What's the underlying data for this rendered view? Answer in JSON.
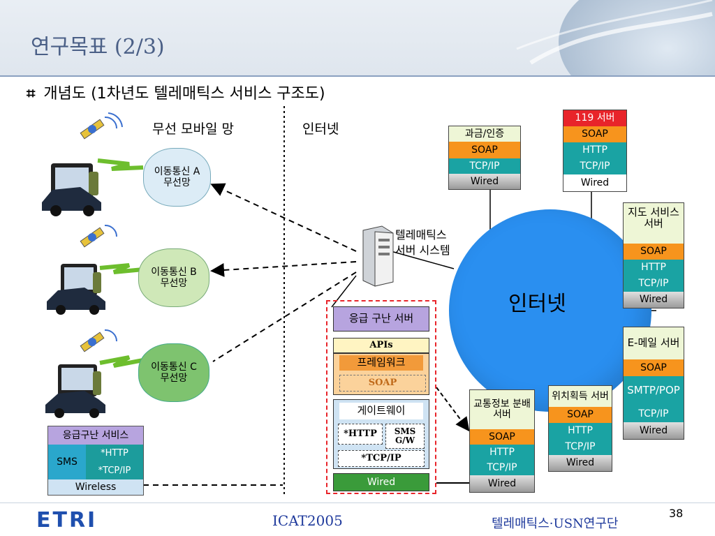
{
  "slide": {
    "title": "연구목표 (2/3)",
    "bullet_symbol": "⌗",
    "bullet_text": "개념도 (1차년도 텔레매틱스 서비스 구조도)",
    "page_number": "38"
  },
  "sections": {
    "wireless": "무선 모바일 망",
    "internet": "인터넷"
  },
  "clouds": [
    {
      "line1": "이동통신 A",
      "line2": "무선망"
    },
    {
      "line1": "이동통신 B",
      "line2": "무선망"
    },
    {
      "line1": "이동통신 C",
      "line2": "무선망"
    }
  ],
  "emergency_stack": {
    "title": "응급구난 서비스",
    "sms": "SMS",
    "http": "*HTTP",
    "tcpip": "*TCP/IP",
    "wireless": "Wireless"
  },
  "telematics_server": {
    "line1": "텔레매틱스",
    "line2": "서버 시스템"
  },
  "emergency_server": {
    "title": "응급 구난 서버",
    "apis": "APIs",
    "framework": "프레임워크",
    "soap": "SOAP",
    "gateway": "게이트웨이",
    "http": "*HTTP",
    "sms_gw": "SMS G/W",
    "tcpip": "*TCP/IP",
    "wired": "Wired"
  },
  "internet_label": "인터넷",
  "stacks": {
    "billing": [
      "과금/인증",
      "SOAP",
      "TCP/IP",
      "Wired"
    ],
    "s119": [
      "119 서버",
      "SOAP",
      "HTTP",
      "TCP/IP",
      "Wired"
    ],
    "map": [
      "지도 서비스 서버",
      "SOAP",
      "HTTP",
      "TCP/IP",
      "Wired"
    ],
    "email": [
      "E-메일 서버",
      "SOAP",
      "SMTP/POP",
      "TCP/IP",
      "Wired"
    ],
    "location": [
      "위치획득 서버",
      "SOAP",
      "HTTP",
      "TCP/IP",
      "Wired"
    ],
    "traffic": [
      "교통정보 분배 서버",
      "SOAP",
      "HTTP",
      "TCP/IP",
      "Wired"
    ]
  },
  "footer": {
    "logo": "ETRI",
    "center": "ICAT2005",
    "right": "텔레매틱스·USN연구단"
  },
  "colors": {
    "orange": "#f7941d",
    "teal": "#1aa3a3",
    "red": "#e8242a",
    "green": "#3a9b3a",
    "globe": "#2a8ff0",
    "title": "#4a5f86"
  }
}
